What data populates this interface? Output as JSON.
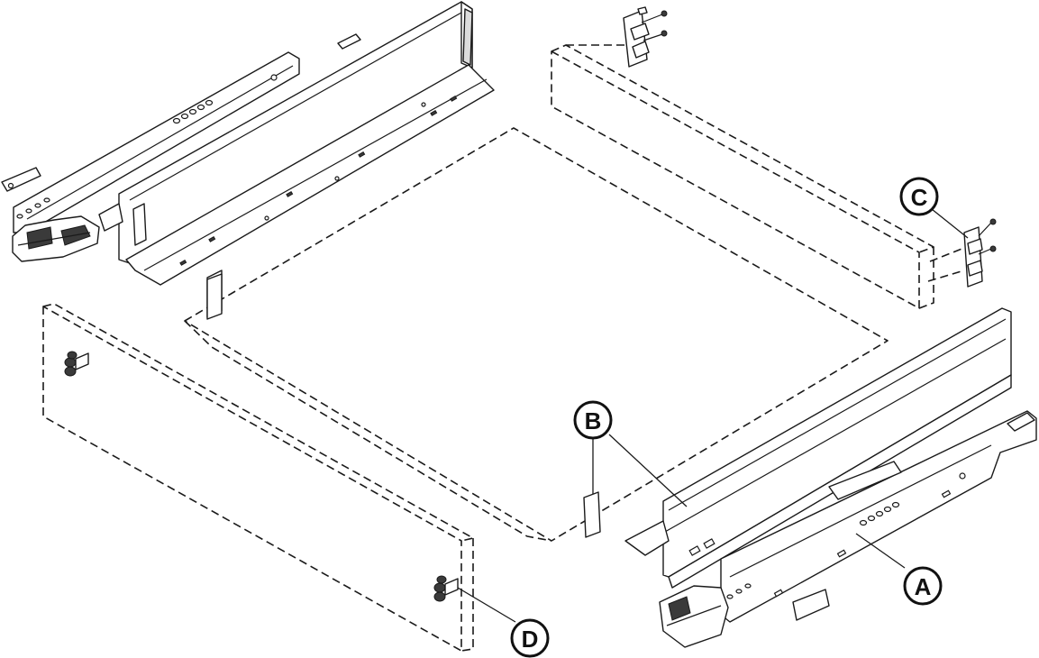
{
  "callouts": {
    "a": "A",
    "b": "B",
    "c": "C",
    "d": "D"
  },
  "colors": {
    "ink": "#1a1a1a",
    "background": "#ffffff",
    "shade": "#dcdcdc"
  }
}
